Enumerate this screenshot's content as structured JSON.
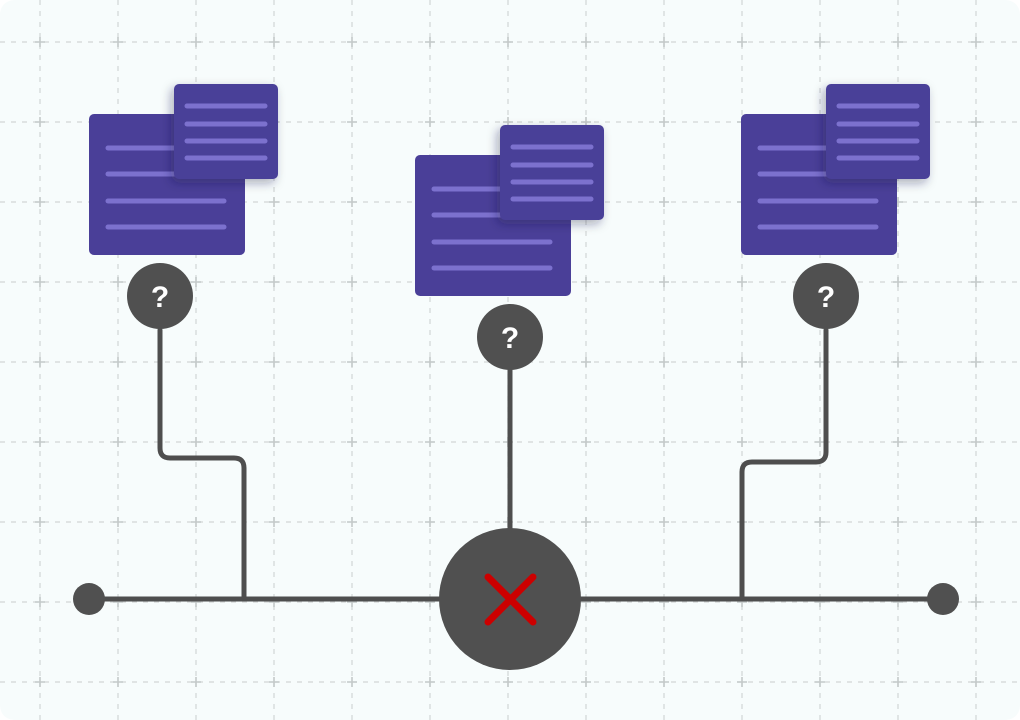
{
  "diagram": {
    "documents": [
      {
        "name": "document-stack-left",
        "query_label": "?"
      },
      {
        "name": "document-stack-center",
        "query_label": "?"
      },
      {
        "name": "document-stack-right",
        "query_label": "?"
      }
    ],
    "hub_status": "failed",
    "hub_icon": "x-mark-icon"
  },
  "colors": {
    "background": "#F7FCFC",
    "grid": "#D2D6D6",
    "document_fill": "#4A3F98",
    "document_line": "#7C71CE",
    "connector": "#4E4E4E",
    "node_fill": "#505050",
    "error_mark": "#CC0000",
    "question_text": "#FFFFFF"
  }
}
